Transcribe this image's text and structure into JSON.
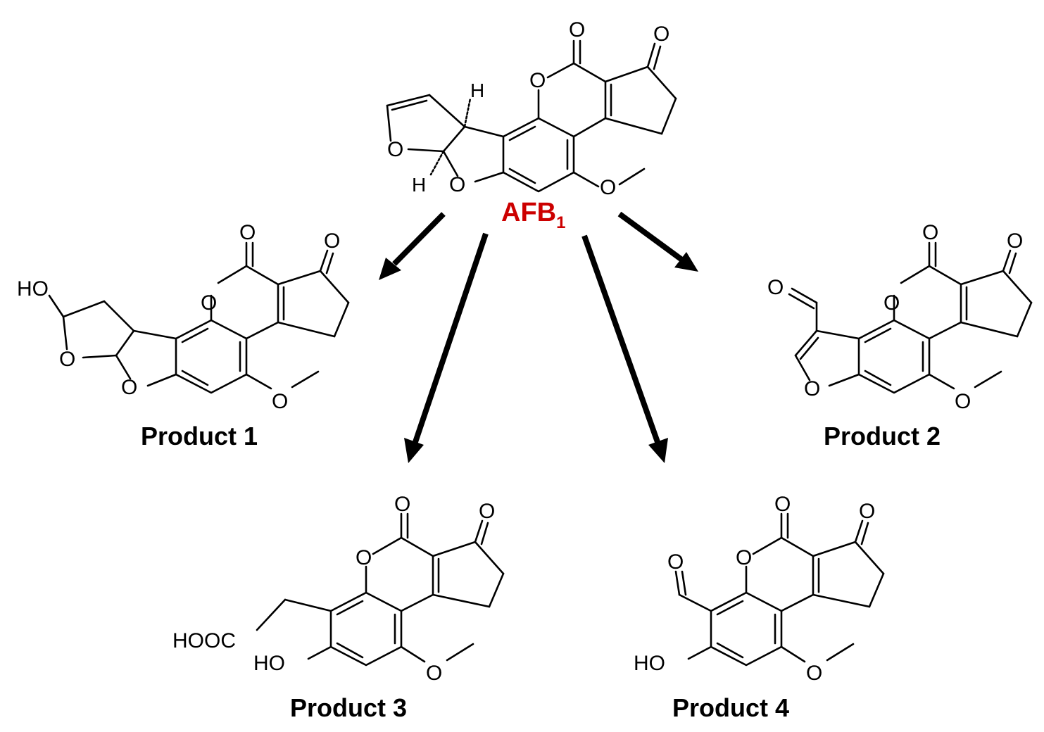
{
  "parent": {
    "label": "AFB",
    "subscript": "1",
    "color": "#cc0000",
    "atoms": {
      "O_lactone": "O",
      "O_carbonyl1": "O",
      "O_carbonyl2": "O",
      "O_furan1": "O",
      "O_furan2": "O",
      "O_methoxy": "O",
      "H_top": "H",
      "H_bottom": "H"
    }
  },
  "products": [
    {
      "label": "Product 1",
      "atoms": {
        "substituent": "HO"
      }
    },
    {
      "label": "Product 2",
      "atoms": {
        "substituent": "O"
      }
    },
    {
      "label": "Product 3",
      "atoms": {
        "substituent_acid": "HOOC",
        "substituent_hydroxy": "HO"
      }
    },
    {
      "label": "Product 4",
      "atoms": {
        "substituent_aldehyde": "O",
        "substituent_hydroxy": "HO"
      }
    }
  ],
  "atom_symbol": "O"
}
